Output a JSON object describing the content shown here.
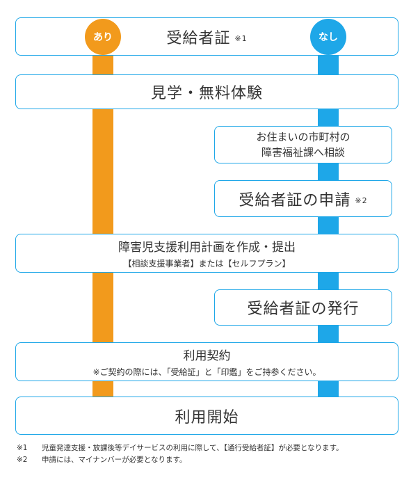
{
  "labels": {
    "ari": "あり",
    "nashi": "なし"
  },
  "steps": {
    "certificate": {
      "title": "受給者証",
      "note": "※1"
    },
    "trial": {
      "title": "見学・無料体験"
    },
    "consult": {
      "line1": "お住まいの市町村の",
      "line2": "障害福祉課へ相談"
    },
    "apply": {
      "title": "受給者証の申請",
      "note": "※2"
    },
    "plan": {
      "title": "障害児支援利用計画を作成・提出",
      "sub": "【相談支援事業者】または【セルフプラン】"
    },
    "issue": {
      "title": "受給者証の発行"
    },
    "contract": {
      "title": "利用契約",
      "sub": "※ご契約の際には、「受給証」と「印鑑」をご持参ください。"
    },
    "start": {
      "title": "利用開始"
    }
  },
  "footnotes": [
    {
      "mark": "※1",
      "text": "児童発達支援・放課後等デイサービスの利用に際して、【通行受給者証】が必要となります。"
    },
    {
      "mark": "※2",
      "text": "申請には、マイナンバーが必要となります。"
    }
  ],
  "colors": {
    "ari": "#f29a1c",
    "nashi": "#1ea7e8",
    "border": "#1ea7e8"
  }
}
